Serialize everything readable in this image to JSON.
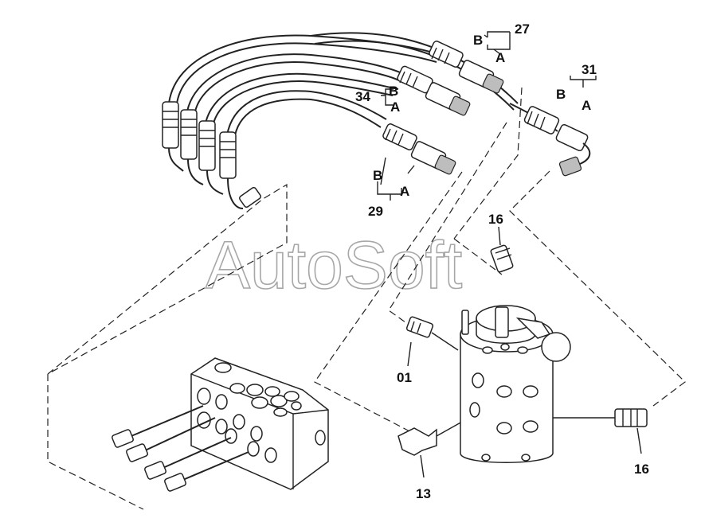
{
  "watermark": "AutoSoft",
  "callouts": {
    "p27": "27",
    "p31": "31",
    "p34": "34",
    "p29": "29",
    "p16_top": "16",
    "p16_right": "16",
    "p01": "01",
    "p13": "13"
  },
  "port_labels": {
    "a": "A",
    "b": "B"
  }
}
